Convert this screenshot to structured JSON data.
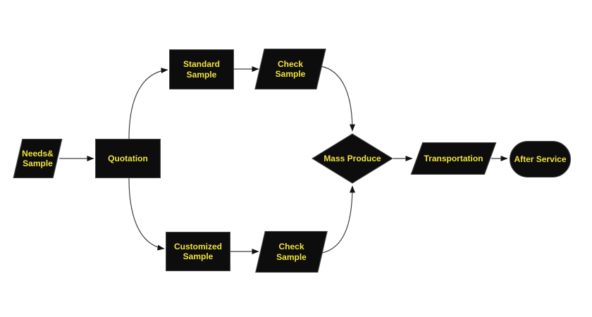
{
  "diagram": {
    "background": "#ffffff",
    "node_fill": "#0d0d0d",
    "label_color": "#efe33c",
    "connector_color": "#404040",
    "arrow_color": "#111111",
    "nodes": {
      "needs_sample": {
        "label": "Needs&\nSample",
        "shape": "parallelogram"
      },
      "quotation": {
        "label": "Quotation",
        "shape": "process"
      },
      "standard_sample": {
        "label": "Standard\nSample",
        "shape": "process"
      },
      "check_sample_top": {
        "label": "Check\nSample",
        "shape": "parallelogram"
      },
      "customized_sample": {
        "label": "Customized\nSample",
        "shape": "process"
      },
      "check_sample_bottom": {
        "label": "Check\nSample",
        "shape": "parallelogram"
      },
      "mass_produce": {
        "label": "Mass Produce",
        "shape": "decision"
      },
      "transportation": {
        "label": "Transportation",
        "shape": "parallelogram"
      },
      "after_service": {
        "label": "After Service",
        "shape": "terminator"
      }
    },
    "edges": [
      {
        "from": "needs_sample",
        "to": "quotation"
      },
      {
        "from": "quotation",
        "to": "standard_sample"
      },
      {
        "from": "quotation",
        "to": "customized_sample"
      },
      {
        "from": "standard_sample",
        "to": "check_sample_top"
      },
      {
        "from": "customized_sample",
        "to": "check_sample_bottom"
      },
      {
        "from": "check_sample_top",
        "to": "mass_produce"
      },
      {
        "from": "check_sample_bottom",
        "to": "mass_produce"
      },
      {
        "from": "mass_produce",
        "to": "transportation"
      },
      {
        "from": "transportation",
        "to": "after_service"
      }
    ]
  }
}
